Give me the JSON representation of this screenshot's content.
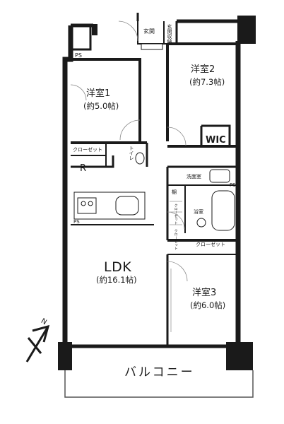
{
  "rooms": {
    "entrance": "玄関",
    "entrance_storage": "玄関収納",
    "ps_top": "PS",
    "western1_name": "洋室1",
    "western1_area": "(約5.0帖)",
    "western2_name": "洋室2",
    "western2_area": "(約7.3帖)",
    "wic": "WIC",
    "closet1": "クローゼット",
    "toilet": "トイレ",
    "fridge": "R",
    "washroom": "洗面室",
    "shelf": "棚",
    "ps_bath": "PS",
    "closet_small_1": "クローゼット",
    "bath": "浴室",
    "closet_small_2": "クローゼット",
    "ps_kitchen": "PS",
    "closet2": "クローゼット",
    "ldk_name": "LDK",
    "ldk_area": "(約16.1帖)",
    "western3_name": "洋室3",
    "western3_area": "(約6.0帖)",
    "balcony": "バルコニー"
  },
  "compass": {
    "label": "N"
  }
}
